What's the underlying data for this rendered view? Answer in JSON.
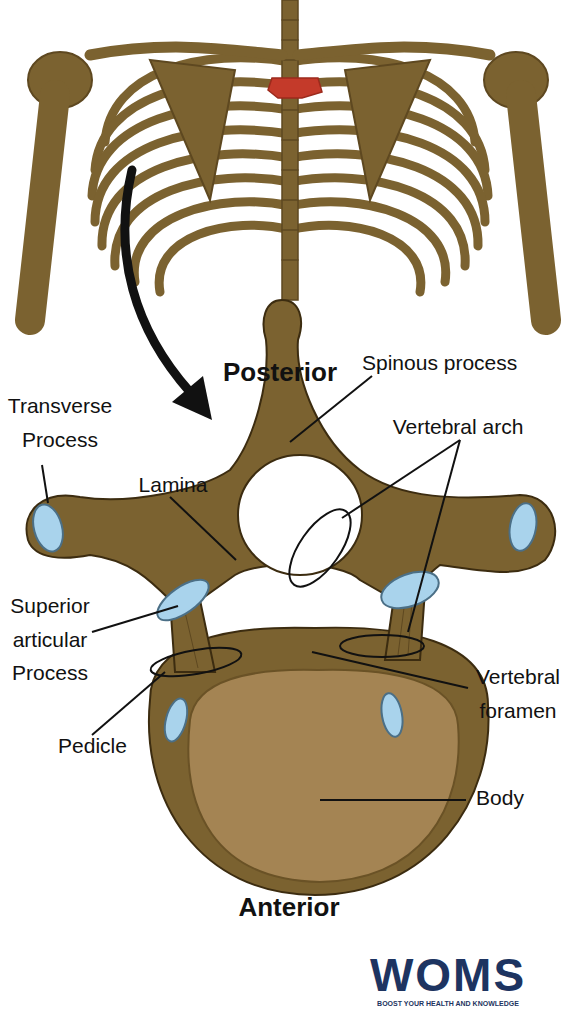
{
  "diagram": {
    "labels": [
      "Posterior",
      "Spinous process",
      "Transverse Process",
      "Vertebral arch",
      "Lamina",
      "Superior articular Process",
      "Pedicle",
      "Vertebral foramen",
      "Body",
      "Anterior",
      "WOMS",
      "BOOST YOUR HEALTH AND KNOWLEDGE"
    ]
  }
}
